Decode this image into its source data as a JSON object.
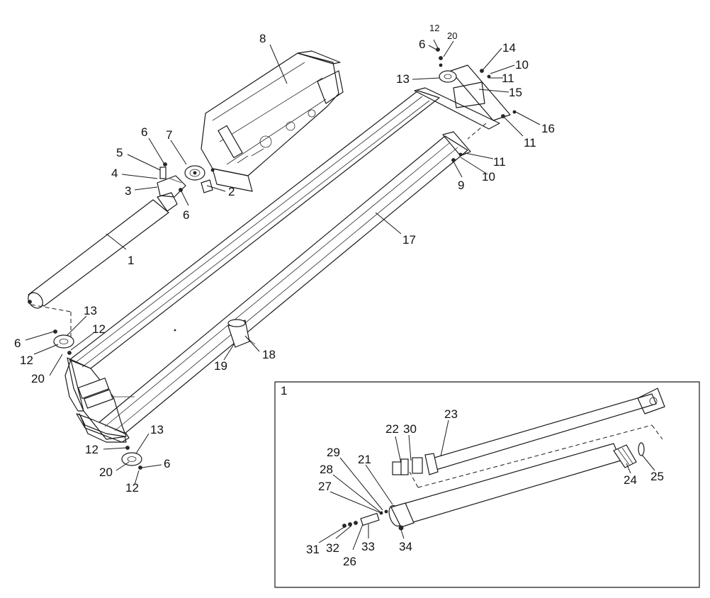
{
  "inset": {
    "title": "1"
  },
  "labels": {
    "p1": "1",
    "p2": "2",
    "p3": "3",
    "p4": "4",
    "p5": "5",
    "p6a": "6",
    "p6b": "6",
    "p6c": "6",
    "p6d": "6",
    "p6e": "6",
    "p7": "7",
    "p8": "8",
    "p9": "9",
    "p10a": "10",
    "p10b": "10",
    "p11a": "11",
    "p11b": "11",
    "p11c": "11",
    "p12a": "12",
    "p12b": "12",
    "p12c": "12",
    "p12d": "12",
    "p12e": "12",
    "p13a": "13",
    "p13b": "13",
    "p13c": "13",
    "p14": "14",
    "p15": "15",
    "p16": "16",
    "p17": "17",
    "p18": "18",
    "p19": "19",
    "p20a": "20",
    "p20b": "20",
    "p20c": "20",
    "p21": "21",
    "p22": "22",
    "p23": "23",
    "p24": "24",
    "p25": "25",
    "p26": "26",
    "p27": "27",
    "p28": "28",
    "p29": "29",
    "p30": "30",
    "p31": "31",
    "p32": "32",
    "p33": "33",
    "p34": "34"
  }
}
